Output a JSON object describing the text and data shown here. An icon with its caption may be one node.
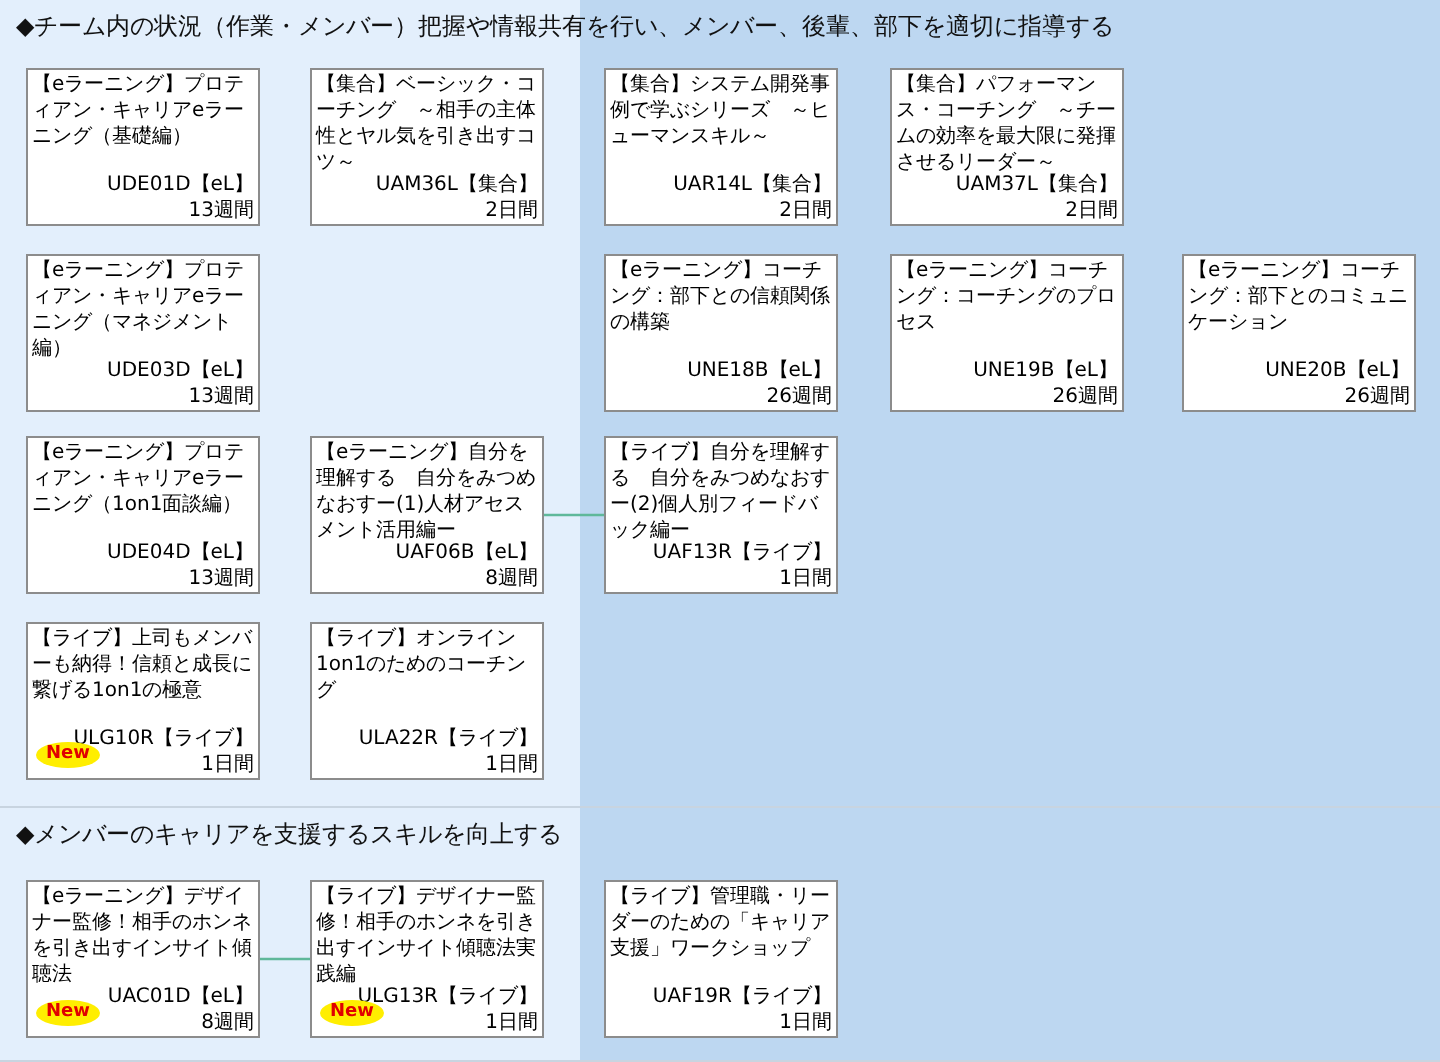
{
  "diagram": {
    "nodes": [
      {
        "text": [
          "◆チーム内の状況（作業・メンバー）把握や情報共有を行い、メンバー、後輩、部下を適切に指導する"
        ]
      },
      {
        "text": [
          "【eラーニング】プロティアン・キャリアeラーニング（基礎編）",
          "UDE01D【eL】",
          "13週間"
        ],
        "in": 0
      },
      {
        "text": [
          "【集合】ベーシック・コーチング　～相手の主体性とヤル気を引き出すコツ～",
          "UAM36L【集合】",
          "2日間"
        ],
        "in": 0
      },
      {
        "text": [
          "【集合】システム開発事例で学ぶシリーズ　～ヒューマンスキル～",
          "UAR14L【集合】",
          "2日間"
        ],
        "in": 0
      },
      {
        "text": [
          "【集合】パフォーマンス・コーチング　～チームの効率を最大限に発揮させるリーダー～",
          "UAM37L【集合】",
          "2日間"
        ],
        "in": 0
      },
      {
        "text": [
          "【eラーニング】プロティアン・キャリアeラーニング（マネジメント編）",
          "UDE03D【eL】",
          "13週間"
        ],
        "in": 0
      },
      {
        "text": [
          "【eラーニング】コーチング：部下との信頼関係の構築",
          "UNE18B【eL】",
          "26週間"
        ],
        "in": 0
      },
      {
        "text": [
          "【eラーニング】コーチング：コーチングのプロセス",
          "UNE19B【eL】",
          "26週間"
        ],
        "in": 0
      },
      {
        "text": [
          "【eラーニング】コーチング：部下とのコミュニケーション",
          "UNE20B【eL】",
          "26週間"
        ],
        "in": 0
      },
      {
        "text": [
          "【eラーニング】プロティアン・キャリアeラーニング（1on1面談編）",
          "UDE04D【eL】",
          "13週間"
        ],
        "in": 0
      },
      {
        "text": [
          "【eラーニング】自分を理解する　自分をみつめなおすー(1)人材アセスメント活用編ー",
          "UAF06B【eL】",
          "8週間"
        ],
        "in": 0
      },
      {
        "text": [
          "【ライブ】自分を理解する　自分をみつめなおすー(2)個人別フィードバック編ー",
          "UAF13R【ライブ】",
          "1日間"
        ],
        "in": 0
      },
      {
        "text": [
          "【ライブ】上司もメンバーも納得！信頼と成長に繋げる1on1の極意",
          "New",
          "ULG10R【ライブ】",
          "1日間"
        ],
        "in": 0
      },
      {
        "text": [
          "【ライブ】オンライン1on1のためのコーチング",
          "ULA22R【ライブ】",
          "1日間"
        ],
        "in": 0
      },
      {
        "text": [
          "◆メンバーのキャリアを支援するスキルを向上する"
        ]
      },
      {
        "text": [
          "【eラーニング】デザイナー監修！相手のホンネを引き出すインサイト傾聴法",
          "New",
          "UAC01D【eL】",
          "8週間"
        ],
        "in": 14
      },
      {
        "text": [
          "【ライブ】デザイナー監修！相手のホンネを引き出すインサイト傾聴法実践編",
          "New",
          "ULG13R【ライブ】",
          "1日間"
        ],
        "in": 14
      },
      {
        "text": [
          "【ライブ】管理職・リーダーのための「キャリア支援」ワークショップ",
          "UAF19R【ライブ】",
          "1日間"
        ],
        "in": 14
      }
    ],
    "edges": [
      {
        "from": 10,
        "to": 11,
        "arrow": "none"
      },
      {
        "from": 15,
        "to": 16,
        "arrow": "none"
      }
    ]
  }
}
